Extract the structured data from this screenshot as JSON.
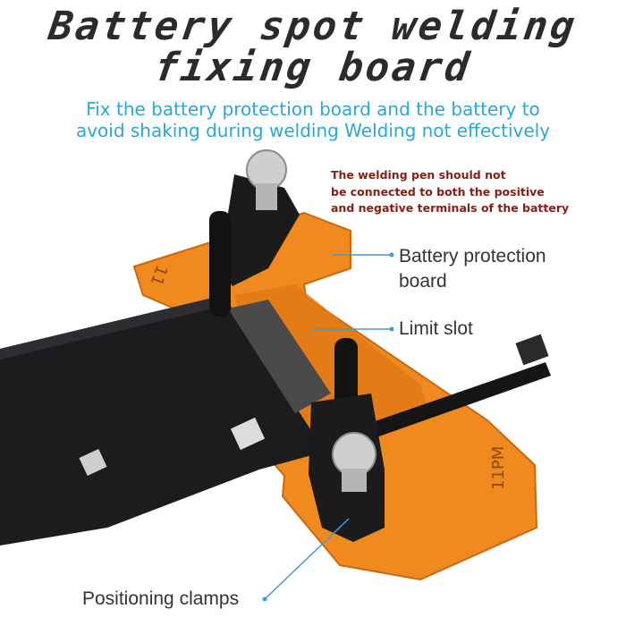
{
  "title": {
    "line1": "Battery spot welding",
    "line2": "fixing board"
  },
  "subtitle": {
    "line1": "Fix the battery protection board and the battery to",
    "line2": "avoid shaking during welding Welding not effectively"
  },
  "warning": {
    "line1": "The welding pen should not",
    "line2": "be connected to both the positive",
    "line3": "and negative terminals of the battery"
  },
  "labels": {
    "protection_line1": "Battery protection",
    "protection_line2": "board",
    "limit_slot": "Limit slot",
    "positioning": "Positioning clamps"
  },
  "board_marks": {
    "left": "11",
    "right": "11PM"
  },
  "colors": {
    "title": "#2b2b2b",
    "subtitle": "#2aa7d8",
    "warning": "#8a1c12",
    "board": "#f08a1e",
    "callout": "#3a9fd0"
  }
}
